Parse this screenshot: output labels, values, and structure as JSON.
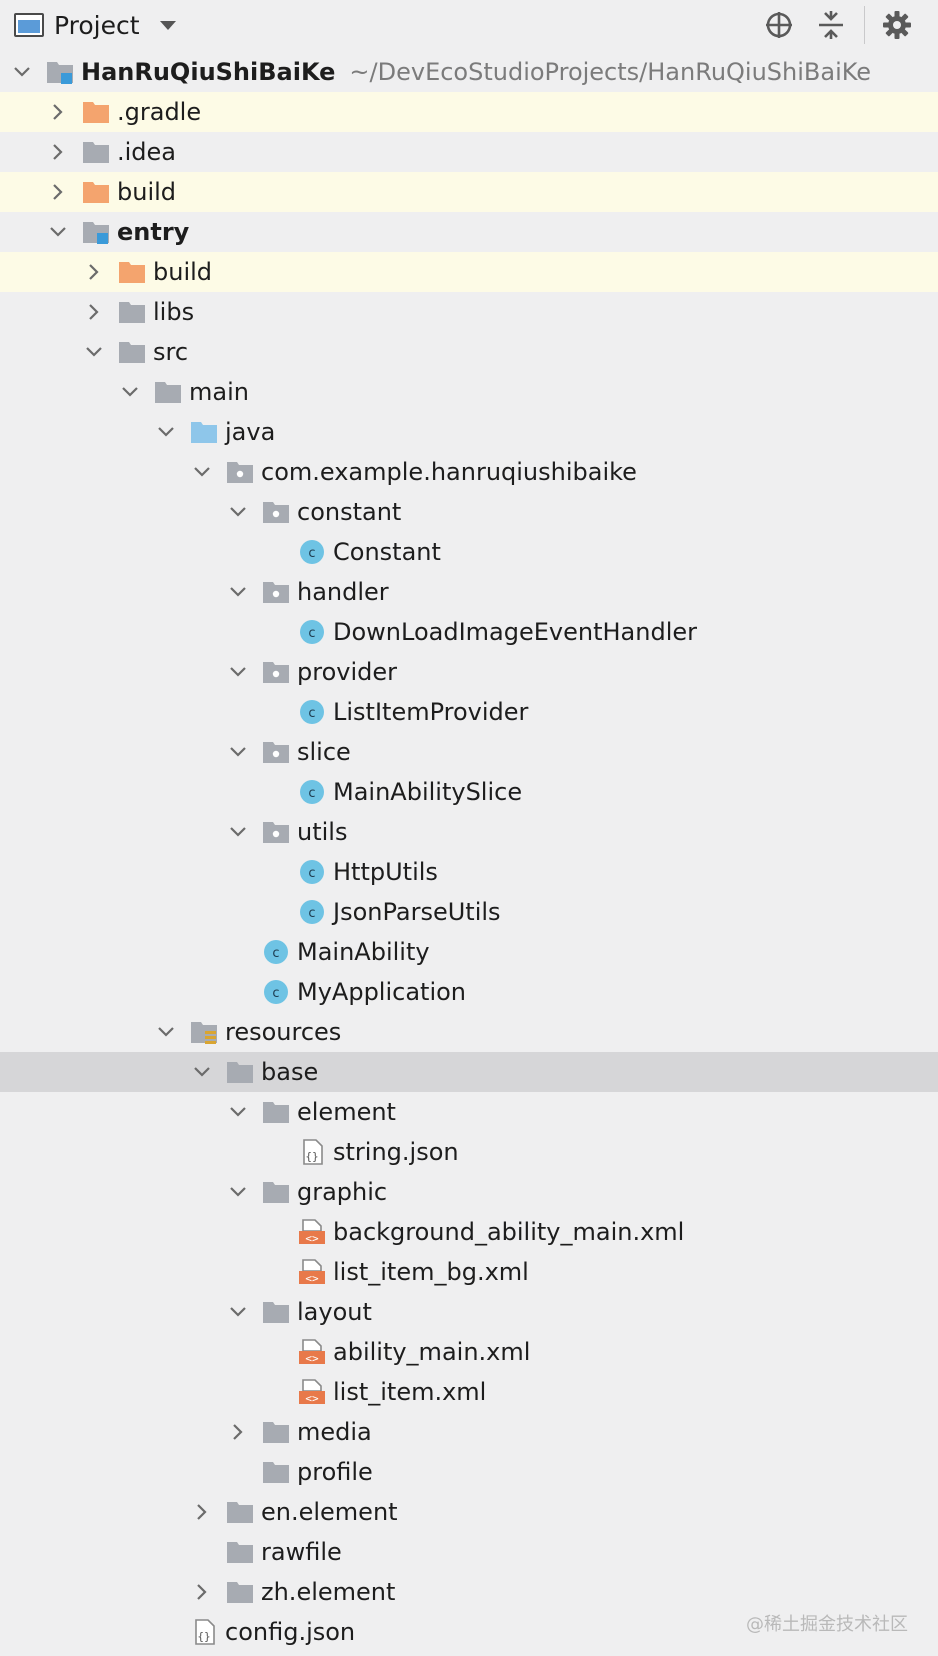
{
  "toolbar": {
    "view_label": "Project",
    "icons": [
      "window-icon",
      "locate-icon",
      "collapse-all-icon",
      "gear-icon"
    ]
  },
  "colors": {
    "folder_gray": "#a7abb2",
    "folder_orange": "#f4a46e",
    "folder_blue": "#8ec6ea",
    "class_blue": "#6ec3e4",
    "xml_orange": "#e8794a",
    "highlight_row": "#fdfbe6",
    "selected_row": "#d6d6d8"
  },
  "tree": {
    "items": [
      {
        "label": "HanRuQiuShiBaiKe",
        "path": "~/DevEcoStudioProjects/HanRuQiuShiBaiKe",
        "depth": 0,
        "arrow": "open",
        "icon": "module",
        "bold": true,
        "row_style": ""
      },
      {
        "label": ".gradle",
        "depth": 1,
        "arrow": "closed",
        "icon": "folder-orange",
        "row_style": "hl"
      },
      {
        "label": ".idea",
        "depth": 1,
        "arrow": "closed",
        "icon": "folder",
        "row_style": ""
      },
      {
        "label": "build",
        "depth": 1,
        "arrow": "closed",
        "icon": "folder-orange",
        "row_style": "hl"
      },
      {
        "label": "entry",
        "depth": 1,
        "arrow": "open",
        "icon": "module",
        "bold": true,
        "row_style": ""
      },
      {
        "label": "build",
        "depth": 2,
        "arrow": "closed",
        "icon": "folder-orange",
        "row_style": "hl"
      },
      {
        "label": "libs",
        "depth": 2,
        "arrow": "closed",
        "icon": "folder",
        "row_style": ""
      },
      {
        "label": "src",
        "depth": 2,
        "arrow": "open",
        "icon": "folder",
        "row_style": ""
      },
      {
        "label": "main",
        "depth": 3,
        "arrow": "open",
        "icon": "folder",
        "row_style": ""
      },
      {
        "label": "java",
        "depth": 4,
        "arrow": "open",
        "icon": "folder-blue",
        "row_style": ""
      },
      {
        "label": "com.example.hanruqiushibaike",
        "depth": 5,
        "arrow": "open",
        "icon": "package",
        "row_style": ""
      },
      {
        "label": "constant",
        "depth": 6,
        "arrow": "open",
        "icon": "package",
        "row_style": ""
      },
      {
        "label": "Constant",
        "depth": 7,
        "arrow": "none",
        "icon": "class",
        "row_style": ""
      },
      {
        "label": "handler",
        "depth": 6,
        "arrow": "open",
        "icon": "package",
        "row_style": ""
      },
      {
        "label": "DownLoadImageEventHandler",
        "depth": 7,
        "arrow": "none",
        "icon": "class",
        "row_style": ""
      },
      {
        "label": "provider",
        "depth": 6,
        "arrow": "open",
        "icon": "package",
        "row_style": ""
      },
      {
        "label": "ListItemProvider",
        "depth": 7,
        "arrow": "none",
        "icon": "class",
        "row_style": ""
      },
      {
        "label": "slice",
        "depth": 6,
        "arrow": "open",
        "icon": "package",
        "row_style": ""
      },
      {
        "label": "MainAbilitySlice",
        "depth": 7,
        "arrow": "none",
        "icon": "class",
        "row_style": ""
      },
      {
        "label": "utils",
        "depth": 6,
        "arrow": "open",
        "icon": "package",
        "row_style": ""
      },
      {
        "label": "HttpUtils",
        "depth": 7,
        "arrow": "none",
        "icon": "class",
        "row_style": ""
      },
      {
        "label": "JsonParseUtils",
        "depth": 7,
        "arrow": "none",
        "icon": "class",
        "row_style": ""
      },
      {
        "label": "MainAbility",
        "depth": 6,
        "arrow": "none",
        "icon": "class",
        "row_style": ""
      },
      {
        "label": "MyApplication",
        "depth": 6,
        "arrow": "none",
        "icon": "class",
        "row_style": ""
      },
      {
        "label": "resources",
        "depth": 4,
        "arrow": "open",
        "icon": "resources",
        "row_style": ""
      },
      {
        "label": "base",
        "depth": 5,
        "arrow": "open",
        "icon": "folder",
        "row_style": "sel"
      },
      {
        "label": "element",
        "depth": 6,
        "arrow": "open",
        "icon": "folder",
        "row_style": ""
      },
      {
        "label": "string.json",
        "depth": 7,
        "arrow": "none",
        "icon": "json",
        "row_style": ""
      },
      {
        "label": "graphic",
        "depth": 6,
        "arrow": "open",
        "icon": "folder",
        "row_style": ""
      },
      {
        "label": "background_ability_main.xml",
        "depth": 7,
        "arrow": "none",
        "icon": "xml",
        "row_style": ""
      },
      {
        "label": "list_item_bg.xml",
        "depth": 7,
        "arrow": "none",
        "icon": "xml",
        "row_style": ""
      },
      {
        "label": "layout",
        "depth": 6,
        "arrow": "open",
        "icon": "folder",
        "row_style": ""
      },
      {
        "label": "ability_main.xml",
        "depth": 7,
        "arrow": "none",
        "icon": "xml",
        "row_style": ""
      },
      {
        "label": "list_item.xml",
        "depth": 7,
        "arrow": "none",
        "icon": "xml",
        "row_style": ""
      },
      {
        "label": "media",
        "depth": 6,
        "arrow": "closed",
        "icon": "folder",
        "row_style": ""
      },
      {
        "label": "profile",
        "depth": 6,
        "arrow": "none",
        "icon": "folder",
        "row_style": ""
      },
      {
        "label": "en.element",
        "depth": 5,
        "arrow": "closed",
        "icon": "folder",
        "row_style": ""
      },
      {
        "label": "rawfile",
        "depth": 5,
        "arrow": "none",
        "icon": "folder",
        "row_style": ""
      },
      {
        "label": "zh.element",
        "depth": 5,
        "arrow": "closed",
        "icon": "folder",
        "row_style": ""
      },
      {
        "label": "config.json",
        "depth": 4,
        "arrow": "none",
        "icon": "json",
        "row_style": ""
      }
    ]
  },
  "watermark": "@稀土掘金技术社区"
}
